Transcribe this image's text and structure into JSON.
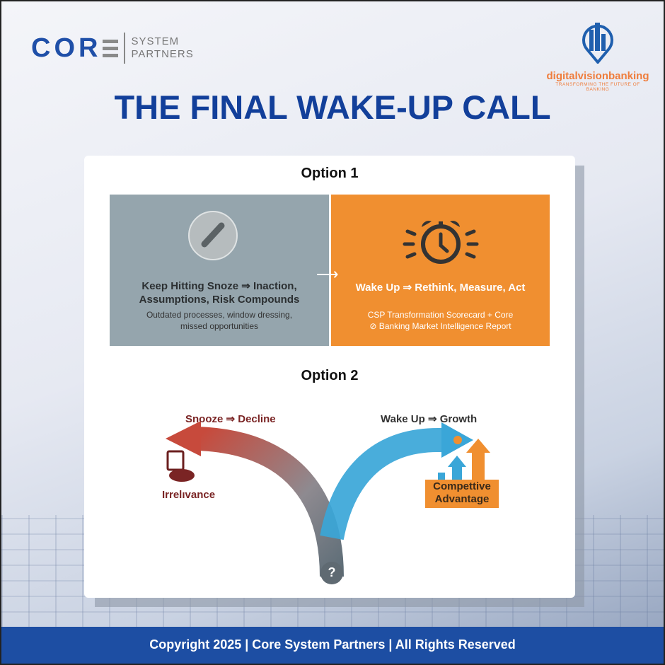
{
  "header": {
    "logo_left": {
      "main": "COR",
      "line1": "SYSTEM",
      "line2": "PARTNERS"
    },
    "logo_right": {
      "name": "digitalvisionbanking",
      "tagline": "TRANSFORMING THE FUTURE OF BANKING"
    },
    "title": "THE FINAL WAKE-UP CALL"
  },
  "option1": {
    "label": "Option 1",
    "left": {
      "icon": "snooze-button-icon",
      "heading1": "Keep Hitting Snoze ⇒ Inaction,",
      "heading2": "Assumptions, Risk Compounds",
      "sub1": "Outdated processes, window dressing,",
      "sub2": "missed opportunities"
    },
    "right": {
      "icon": "alarm-clock-icon",
      "heading": "Wake Up ⇒ Rethink, Measure, Act",
      "sub1": "CSP Transformation Scorecard + Core",
      "sub2": "⊘ Banking Market Intelligence Report"
    }
  },
  "option2": {
    "label": "Option 2",
    "left_label": "Snooze ⇒ Decline",
    "left_outcome": "Irrelıvance",
    "right_label": "Wake Up ⇒ Growth",
    "right_outcome1": "Compettive",
    "right_outcome2": "Advantage",
    "fork_symbol": "?"
  },
  "colors": {
    "brand_blue": "#1f4fa8",
    "orange": "#f08f30",
    "decline_red": "#c0443a",
    "growth_blue": "#3aa6d8"
  },
  "footer": {
    "text": "Copyright 2025 | Core System Partners | All Rights Reserved"
  }
}
